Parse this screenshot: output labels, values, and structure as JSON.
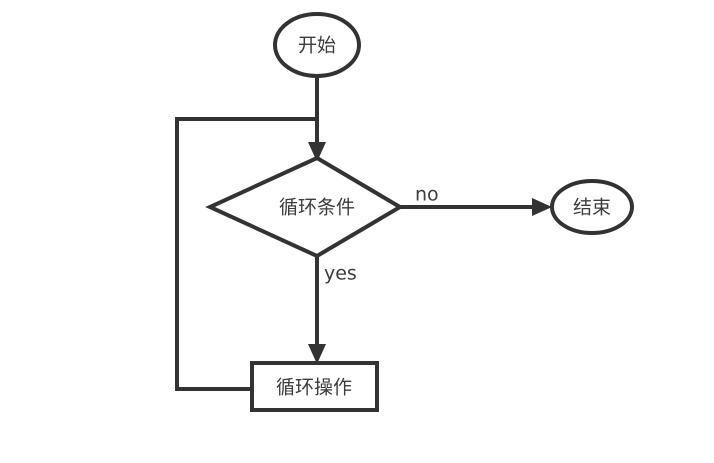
{
  "diagram": {
    "type": "flowchart",
    "title": "",
    "background_color": "#ffffff",
    "stroke_color": "#333333",
    "text_color": "#3c3c3c",
    "nodes": [
      {
        "id": "start",
        "shape": "ellipse",
        "label": "开始"
      },
      {
        "id": "condition",
        "shape": "diamond",
        "label": "循环条件"
      },
      {
        "id": "end",
        "shape": "ellipse",
        "label": "结束"
      },
      {
        "id": "operation",
        "shape": "rectangle",
        "label": "循环操作"
      }
    ],
    "edges": [
      {
        "id": "start-to-condition",
        "from": "start",
        "to": "condition",
        "label": ""
      },
      {
        "id": "condition-to-end",
        "from": "condition",
        "to": "end",
        "label": "no"
      },
      {
        "id": "condition-to-operation",
        "from": "condition",
        "to": "operation",
        "label": "yes"
      },
      {
        "id": "operation-to-condition",
        "from": "operation",
        "to": "condition",
        "label": ""
      }
    ]
  }
}
